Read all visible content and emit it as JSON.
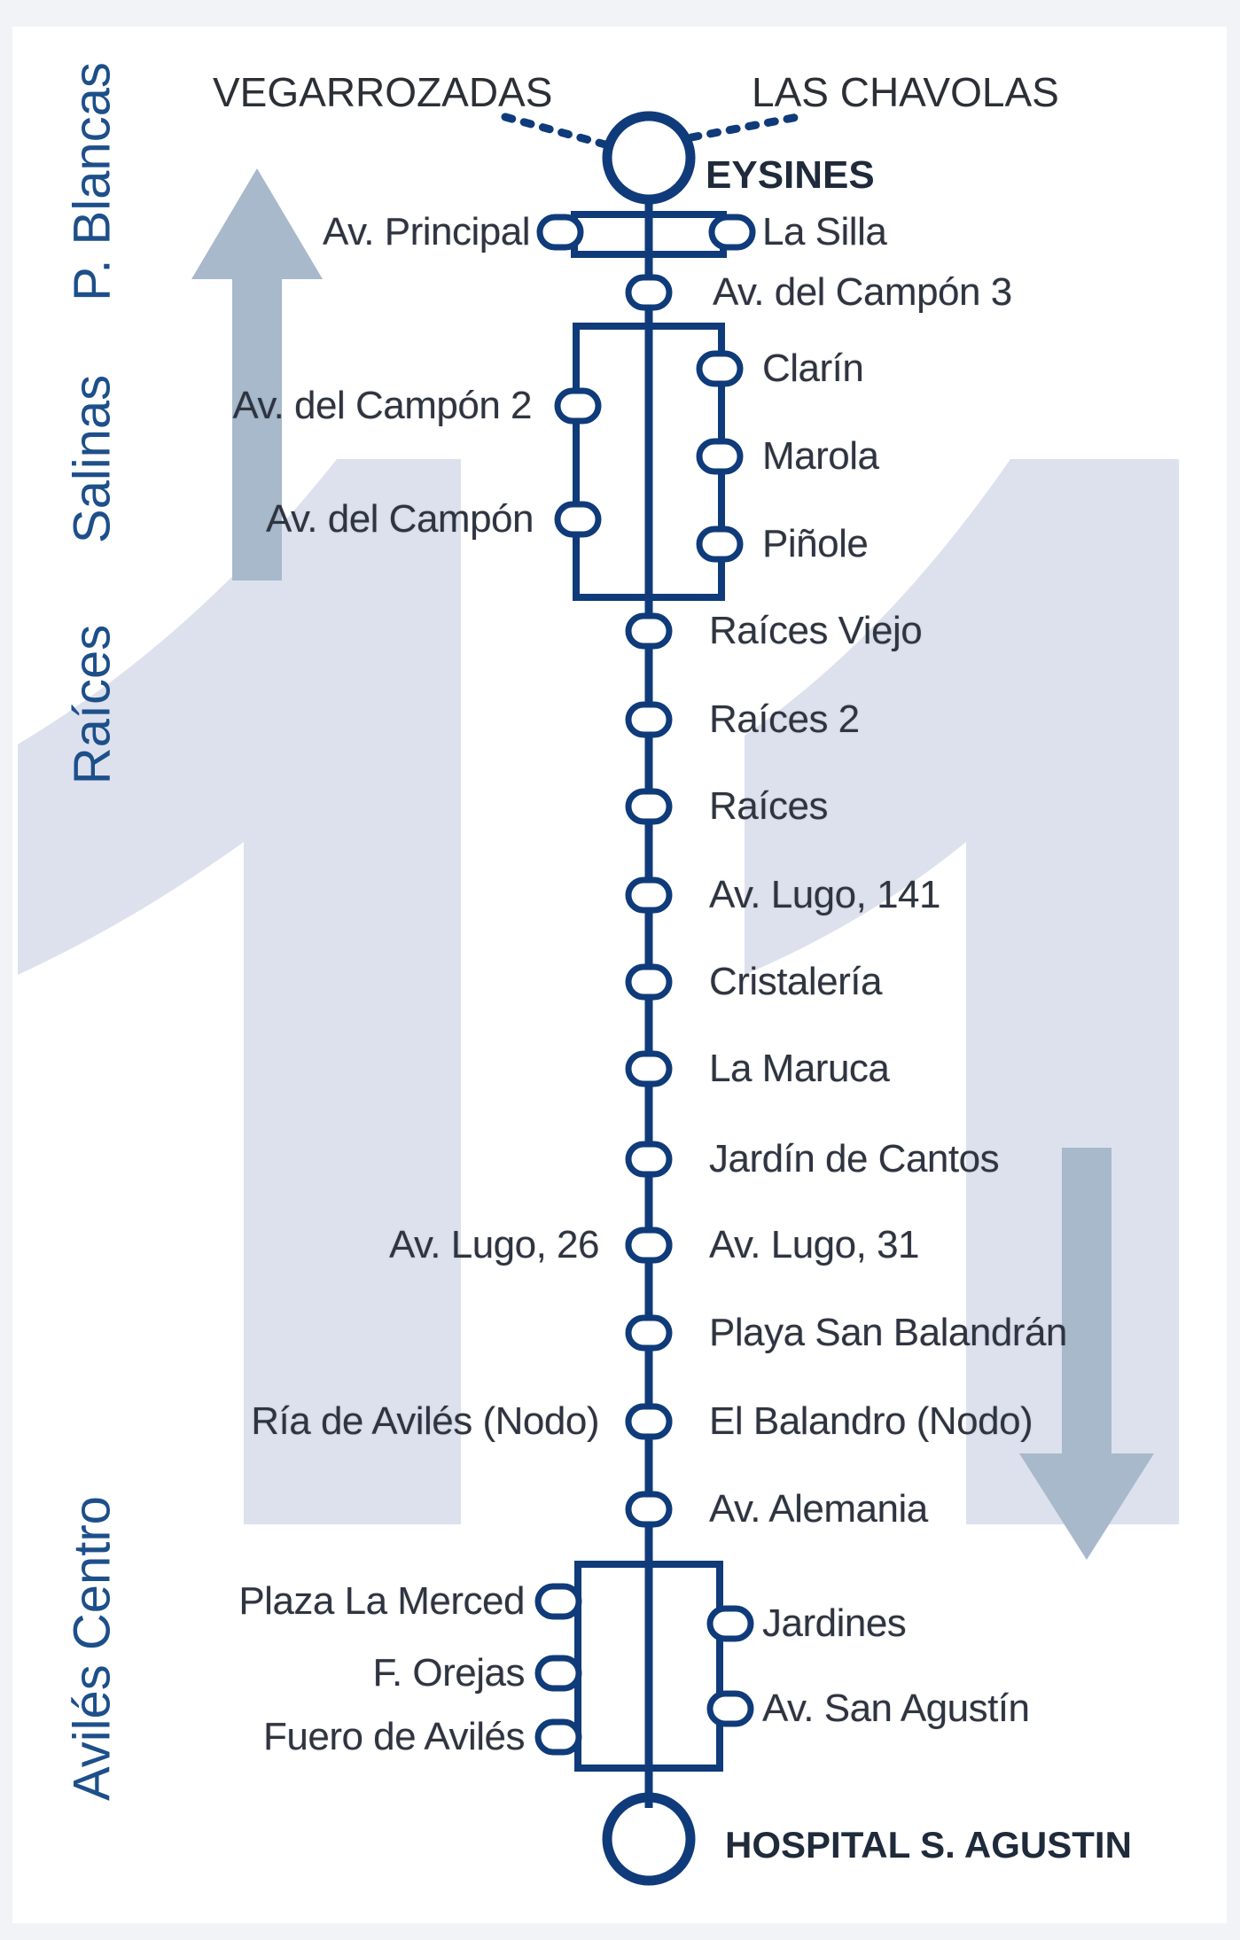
{
  "route_number": "11",
  "zones": [
    "P. Blancas",
    "Salinas",
    "Raíces",
    "Avilés Centro"
  ],
  "terminals": {
    "start": "EYSINES",
    "end": "HOSPITAL S. AGUSTIN"
  },
  "branches": {
    "left": "VEGARROZADAS",
    "right": "LAS CHAVOLAS"
  },
  "stops_left": [
    "Av. Principal",
    "Av. del Campón 2",
    "Av. del Campón",
    "Av. Lugo, 26",
    "Ría de Avilés (Nodo)",
    "Plaza La Merced",
    "F. Orejas",
    "Fuero de Avilés"
  ],
  "stops_right": [
    "La Silla",
    "Av. del Campón 3",
    "Clarín",
    "Marola",
    "Piñole",
    "Raíces Viejo",
    "Raíces 2",
    "Raíces",
    "Av. Lugo, 141",
    "Cristalería",
    "La Maruca",
    "Jardín de Cantos",
    "Av. Lugo, 31",
    "Playa San Balandrán",
    "El Balandro (Nodo)",
    "Av. Alemania",
    "Jardines",
    "Av. San Agustín"
  ],
  "colors": {
    "line": "#0f3b7a",
    "zone_text": "#1d4f8a",
    "watermark": "#dde1ee",
    "arrow": "#a7b9cb"
  }
}
